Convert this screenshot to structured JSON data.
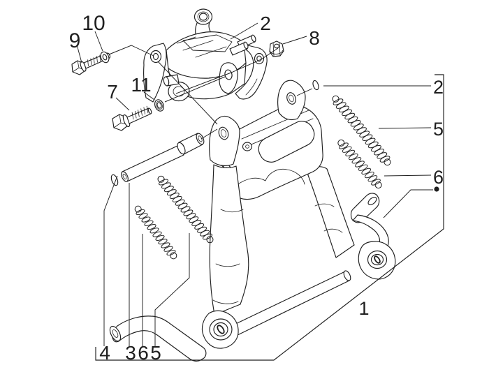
{
  "figure": {
    "kind": "exploded-parts-diagram",
    "subject": "center stand assembly",
    "background": "#ffffff",
    "line_color": "#1f1f1f"
  },
  "callouts": {
    "c9": "9",
    "c10": "10",
    "c2_top": "2",
    "c8": "8",
    "c7": "7",
    "c11": "11",
    "c2_right": "2",
    "c5_right": "5",
    "c6_right": "6",
    "c1": "1",
    "c4_bottom": "4",
    "c3_bottom": "3",
    "c6_bottom": "6",
    "c5_bottom": "5"
  },
  "markers": {
    "dot": "•"
  }
}
